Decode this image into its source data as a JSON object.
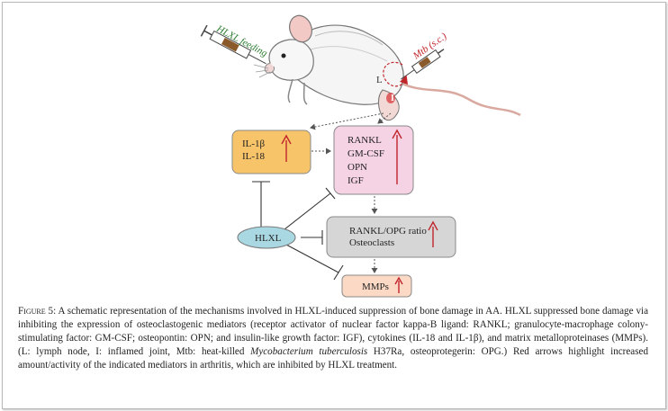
{
  "diagram": {
    "hlxl_feeding": "HLXL feeding",
    "mtb_sc": "Mtb (s.c.)",
    "lymph_node_marker": "L",
    "joint_marker": "I",
    "cytokines": [
      "IL-1β",
      "IL-18"
    ],
    "mediators": [
      "RANKL",
      "GM-CSF",
      "OPN",
      "IGF"
    ],
    "hlxl": "HLXL",
    "ratio": "RANKL/OPG ratio",
    "osteoclasts": "Osteoclasts",
    "mmps": "MMPs",
    "up_arrow_color": "#c0252b",
    "cytokine_box_color": "#f7c46a",
    "mediator_box_color": "#f5d2e4",
    "ratio_box_color": "#d6d6d6",
    "mmp_box_color": "#fbd9c5",
    "hlxl_oval_color": "#a9d8e3"
  },
  "caption": {
    "figure_label": "Figure 5:",
    "p1": " A schematic representation of the mechanisms involved in HLXL-induced suppression of bone damage in AA. HLXL suppressed bone damage via inhibiting the expression of osteoclastogenic mediators (receptor activator of nuclear factor kappa-B ligand: RANKL; granulocyte-macrophage colony-stimulating factor: GM-CSF; osteopontin: OPN; and insulin-like growth factor: IGF), cytokines (IL-18 and IL-1β), and matrix metalloproteinases (MMPs). (L: lymph node, I: inflamed joint, Mtb: heat-killed ",
    "species": "Mycobacterium tuberculosis",
    "p2": " H37Ra, osteoprotegerin: OPG.) Red arrows highlight increased amount/activity of the indicated mediators in arthritis, which are inhibited by HLXL treatment."
  }
}
